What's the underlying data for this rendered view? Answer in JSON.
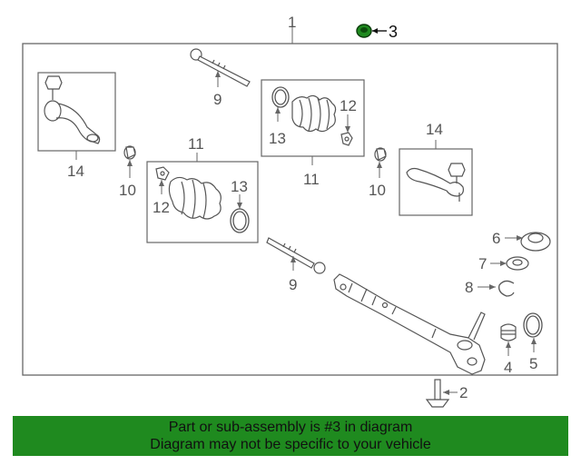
{
  "diagram": {
    "labels": {
      "assembly": "1",
      "bolt": "2",
      "highlighted": "3",
      "boot_4": "4",
      "ring_5": "5",
      "insulator_6": "6",
      "washer_7": "7",
      "clip_8": "8",
      "tie_rod_upper": "9",
      "tie_rod_lower": "9",
      "nut_left": "10",
      "nut_right": "10",
      "boot_kit_left": "11",
      "boot_kit_right": "11",
      "clamp_left": "12",
      "clamp_right": "12",
      "band_left": "13",
      "band_right": "13",
      "tie_rod_end_left": "14",
      "tie_rod_end_right": "14"
    },
    "highlight_color": "#1f8a1f",
    "line_color": "#555555"
  },
  "banner": {
    "line1": "Part or sub-assembly is #3 in diagram",
    "line2": "Diagram may not be specific to your vehicle",
    "background": "#1f8a1f"
  }
}
